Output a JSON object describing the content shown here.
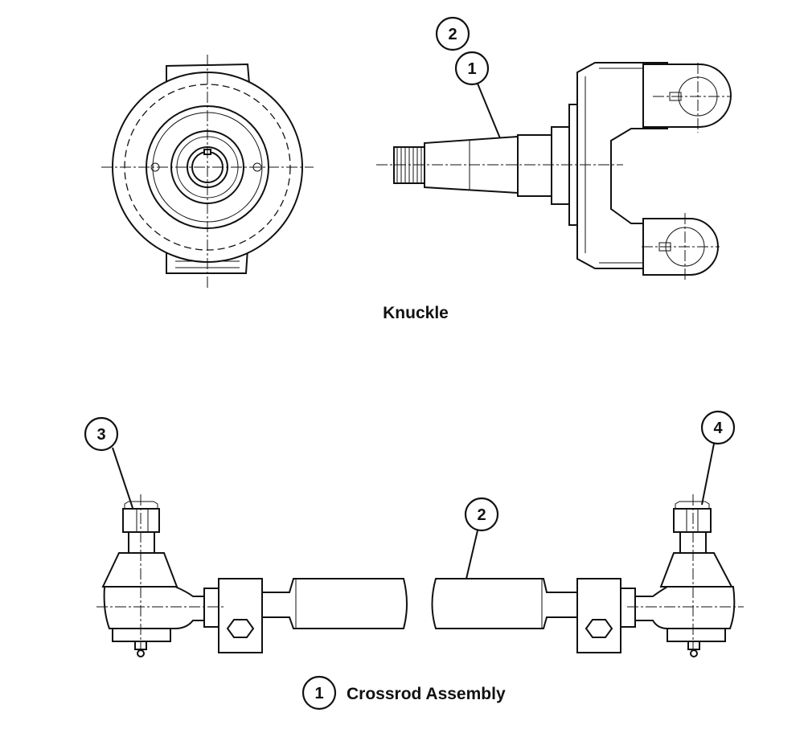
{
  "captions": {
    "knuckle": "Knuckle",
    "crossrod_number": "1",
    "crossrod": "Crossrod Assembly"
  },
  "callouts": {
    "knuckle_2": "2",
    "knuckle_1": "1",
    "tie_rod_end_left": "3",
    "tube": "2",
    "tie_rod_end_right": "4"
  }
}
